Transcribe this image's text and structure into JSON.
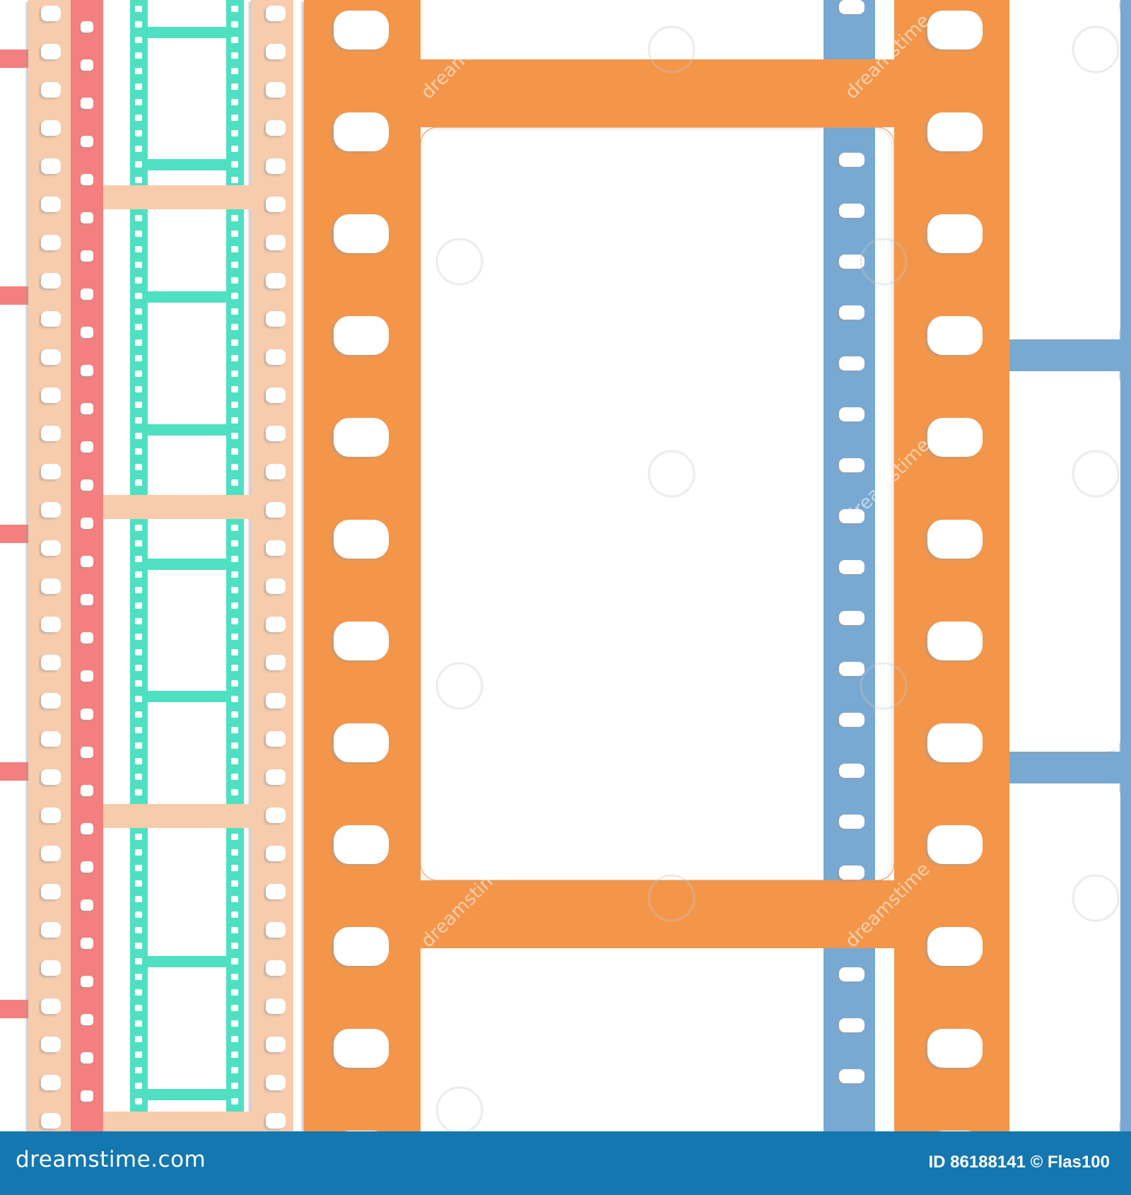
{
  "image": {
    "colors": {
      "background": "#ffffff",
      "orange_film": "#f4964a",
      "blue_film": "#78a9d3",
      "teal_film": "#4fe0c1",
      "peach_film": "#f6ccad",
      "coral_film": "#f47f7f",
      "footer_bar": "#1477b0",
      "hole_shadow": "#b9b9b9"
    }
  },
  "watermark": {
    "text": "dreamstime"
  },
  "footer": {
    "brand": "dreamstime.com",
    "credit": "ID 86188141 © Flas100"
  }
}
